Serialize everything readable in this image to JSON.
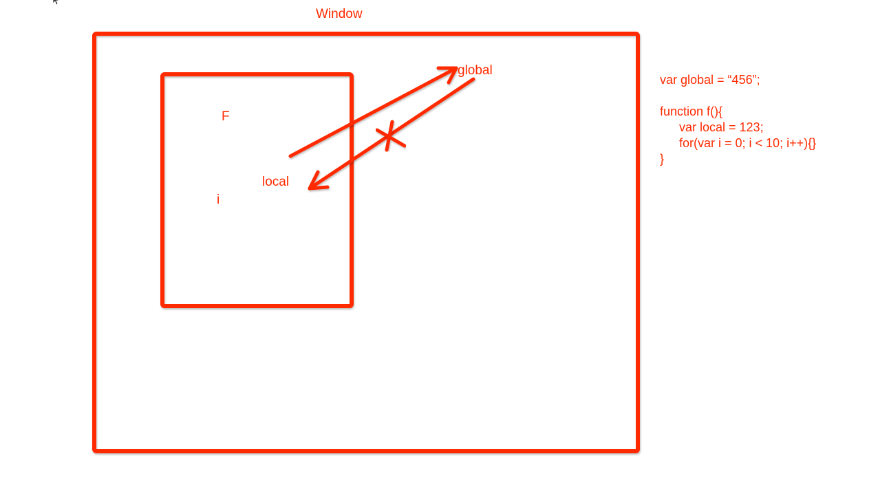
{
  "diagram": {
    "window_label": "Window",
    "function_label": "F",
    "local_label": "local",
    "i_label": "i",
    "global_label": "global"
  },
  "code": {
    "line1": "var global = “456”;",
    "line2": "function f(){",
    "line3": "var local = 123;",
    "line4": "for(var i = 0; i < 10; i++){}",
    "line5": "}"
  },
  "colors": {
    "ink": "#ff2a00",
    "background": "#ffffff"
  },
  "icons": {
    "cursor": "mouse-pointer-icon",
    "cross": "cross-mark-icon"
  }
}
